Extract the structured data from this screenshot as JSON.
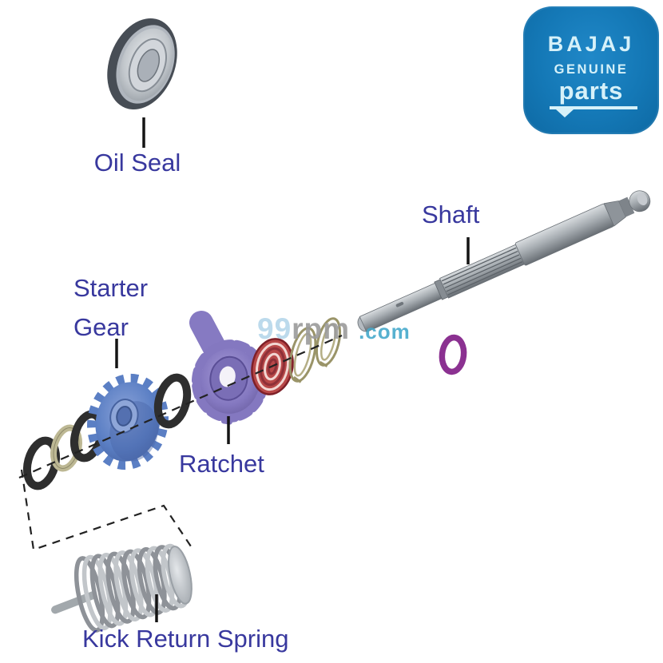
{
  "page": {
    "background": "#ffffff"
  },
  "logo": {
    "brand": "BAJAJ",
    "line1": "GENUINE",
    "line2": "parts",
    "bg_color": "#1478b6",
    "text_color": "#d6f1f9"
  },
  "watermark": {
    "part1": "99",
    "part2": "rpm",
    "part3": ".com",
    "color1": "#b5d7eb",
    "color2": "#9b9b9b",
    "color3": "#45a9cb"
  },
  "labels": {
    "oil_seal": "Oil Seal",
    "shaft": "Shaft",
    "starter_gear_line1": "Starter",
    "starter_gear_line2": "Gear",
    "ratchet": "Ratchet",
    "kick_return_spring": "Kick Return Spring",
    "color": "#38389e"
  },
  "parts_colors": {
    "starter_gear_blue": "#5b7fc4",
    "ratchet_purple": "#8478c0",
    "spring_red": "#b84848",
    "o_ring_purple": "#8b3191",
    "metal_gray": "#9aa0a6",
    "washer_dark": "#2e2e2e",
    "washer_cream": "#bdb894"
  }
}
